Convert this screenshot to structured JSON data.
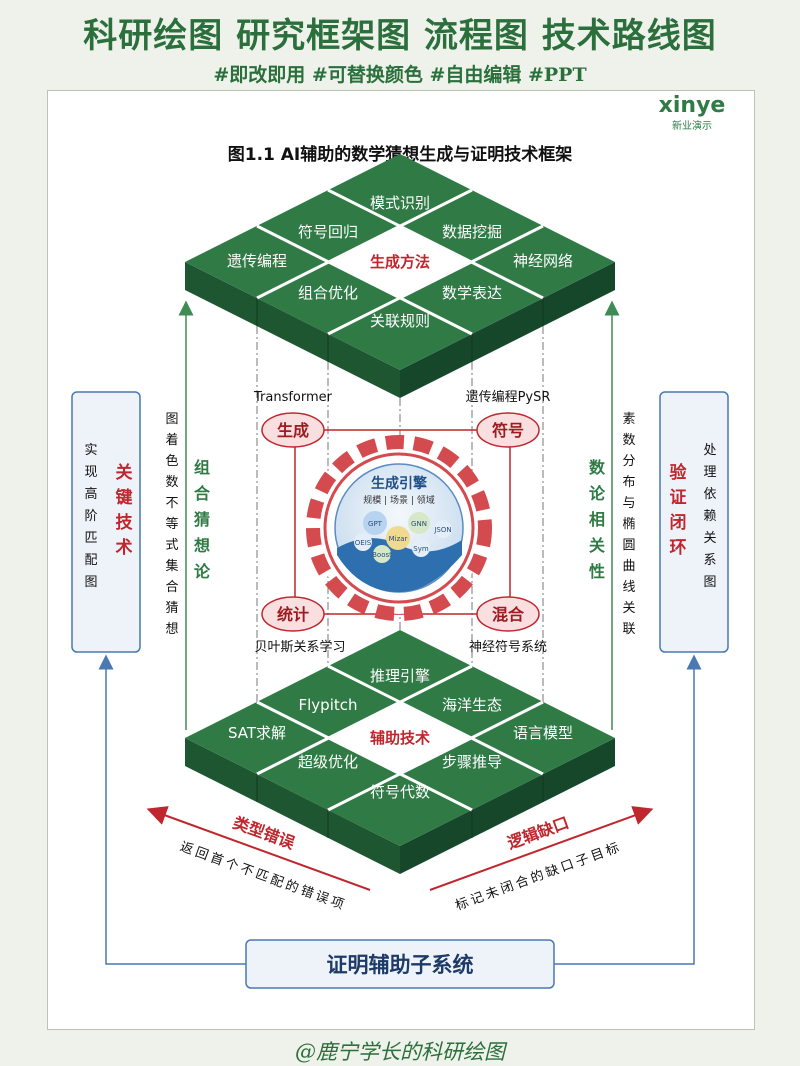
{
  "header": {
    "title": "科研绘图  研究框架图  流程图  技术路线图",
    "tags": "#即改即用 #可替换颜色 #自由编辑 #PPT"
  },
  "logo": {
    "brand": "xinye",
    "sub": "新业演示"
  },
  "figure_title": "图1.1  AI辅助的数学猜想生成与证明技术框架",
  "top_platform": {
    "center": "生成方法",
    "cells": [
      "模式识别",
      "符号回归",
      "数据挖掘",
      "遗传编程",
      "神经网络",
      "组合优化",
      "数学表达",
      "关联规则"
    ]
  },
  "bottom_platform": {
    "center": "辅助技术",
    "cells": [
      "推理引擎",
      "Flypitch",
      "海洋生态",
      "SAT求解",
      "语言模型",
      "超级优化",
      "步骤推导",
      "符号代数"
    ]
  },
  "nodes": {
    "tl": {
      "label": "生成",
      "caption": "Transformer"
    },
    "tr": {
      "label": "符号",
      "caption": "遗传编程PySR"
    },
    "bl": {
      "label": "统计",
      "caption": "贝叶斯关系学习"
    },
    "br": {
      "label": "混合",
      "caption": "神经符号系统"
    }
  },
  "engine": {
    "title": "生成引擎",
    "subtitle": "规模 | 场景 | 领域",
    "bubbles": [
      "GPT",
      "GNN",
      "JSON",
      "OEIS",
      "Mizar",
      "Sym",
      "Boost"
    ]
  },
  "left_box": {
    "title": "关键技术",
    "desc": "实现高阶匹配图"
  },
  "right_box": {
    "title": "验证闭环",
    "desc": "处理依赖关系图"
  },
  "left_side": {
    "label": "组合猜想论",
    "desc": "图着色数不等式集合猜想"
  },
  "right_side": {
    "label": "数论相关性",
    "desc": "素数分布与椭圆曲线关联"
  },
  "bottom_left": {
    "title": "类型错误",
    "desc": "返回首个不匹配的错误项"
  },
  "bottom_right": {
    "title": "逻辑缺口",
    "desc": "标记未闭合的缺口子目标"
  },
  "bottom_box": "证明辅助子系统",
  "footer": "@鹿宁学长的科研绘图",
  "colors": {
    "green": "#2f7a45",
    "dark_green": "#1e5631",
    "red": "#c0262d",
    "blue_border": "#4a78b0",
    "line_green": "#3f8b56"
  }
}
